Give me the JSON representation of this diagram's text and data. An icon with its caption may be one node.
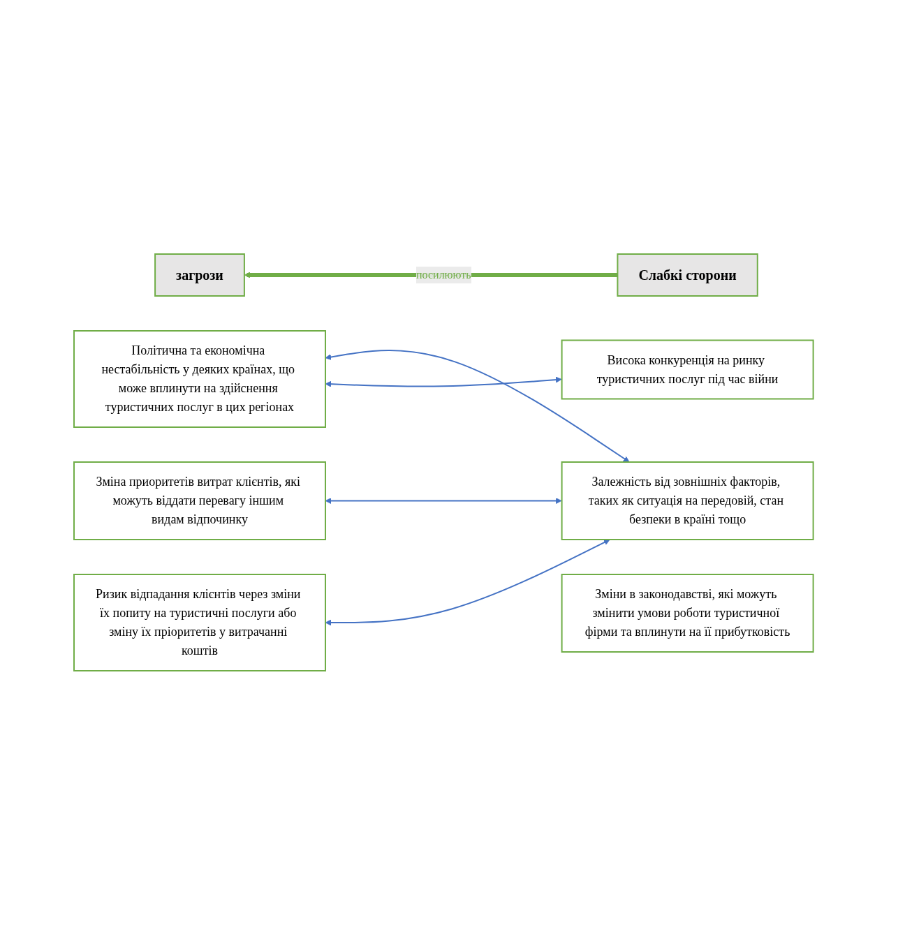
{
  "diagram": {
    "nodes": [
      {
        "text": [
          "загрози"
        ]
      },
      {
        "text": [
          "Слабкі сторони"
        ]
      },
      {
        "text": [
          "Зміна приоритетів витрат клієнтів, які можуть віддати перевагу іншим видам відпочинку"
        ]
      },
      {
        "text": [
          "Залежність від зовнішніх факторів, таких як ситуація на передовій, стан безпеки в країні тощо"
        ]
      },
      {
        "text": [
          "Політична та економічна нестабільність у деяких країнах, що може вплинути на здійснення туристичних послуг в цих регіонах"
        ]
      },
      {
        "text": [
          "Висока конкуренція на ринку туристичних послуг під час війни"
        ]
      },
      {
        "text": [
          "Зміни в законодавстві, які можуть змінити умови роботи туристичної фірми та вплинути на її прибутковість"
        ]
      },
      {
        "text": [
          "Ризик відпадання клієнтів через зміни їх попиту на туристичні послуги або зміну їх пріоритетів у витрачанні коштів"
        ]
      }
    ],
    "edges": [
      {
        "from": 1,
        "to": 0,
        "arrow": "to",
        "label": "посилюють",
        "style": "thick",
        "color": "#70ad47"
      },
      {
        "from": 3,
        "to": 2,
        "arrow": "both"
      },
      {
        "from": 3,
        "to": 4,
        "arrow": "both"
      },
      {
        "from": 5,
        "to": 4,
        "arrow": "both"
      },
      {
        "from": 3,
        "to": 7,
        "arrow": "both"
      }
    ]
  }
}
